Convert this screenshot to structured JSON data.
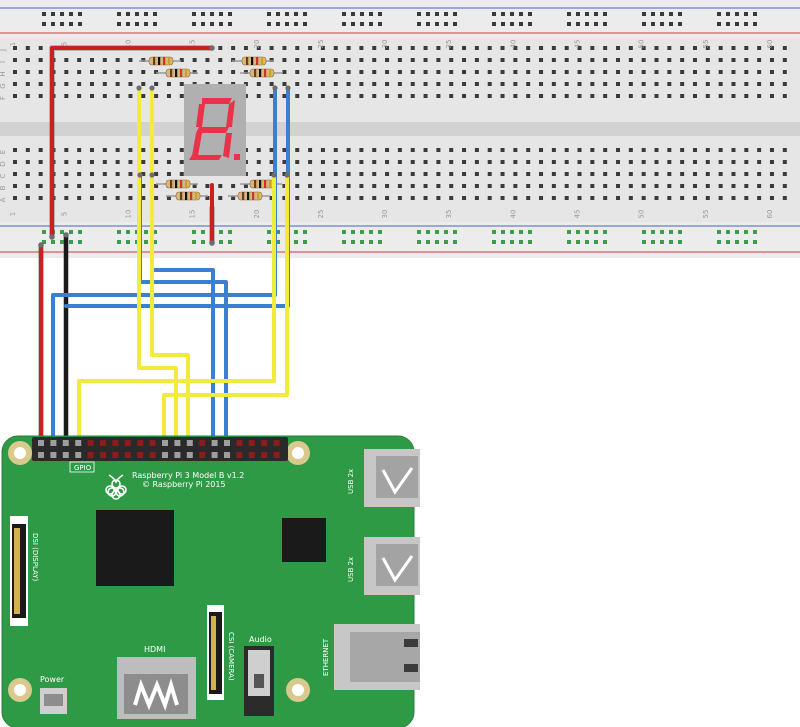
{
  "breadboard": {
    "column_numbers": [
      "1",
      "5",
      "10",
      "15",
      "20",
      "25",
      "30",
      "35",
      "40",
      "45",
      "50",
      "55",
      "60"
    ],
    "row_letters_top": [
      "J",
      "I",
      "H",
      "G",
      "F"
    ],
    "row_letters_bottom": [
      "E",
      "D",
      "C",
      "B",
      "A"
    ]
  },
  "pi": {
    "model_line": "Raspberry Pi 3 Model B v1.2",
    "copyright_line": "© Raspberry Pi 2015",
    "gpio_label": "GPIO",
    "usb1_label": "USB 2x",
    "usb2_label": "USB 2x",
    "ethernet_label": "ETHERNET",
    "dsi_label": "DSI (DISPLAY)",
    "csi_label": "CSI (CAMERA)",
    "audio_label": "Audio",
    "hdmi_label": "HDMI",
    "power_label": "Power"
  },
  "colors": {
    "wire_red": "#cc1f1f",
    "wire_black": "#1a1a1a",
    "wire_blue": "#3a7fd0",
    "wire_yellow": "#f2ea3c",
    "pcb_green": "#2f9a46",
    "segment_red": "#e8334a"
  }
}
